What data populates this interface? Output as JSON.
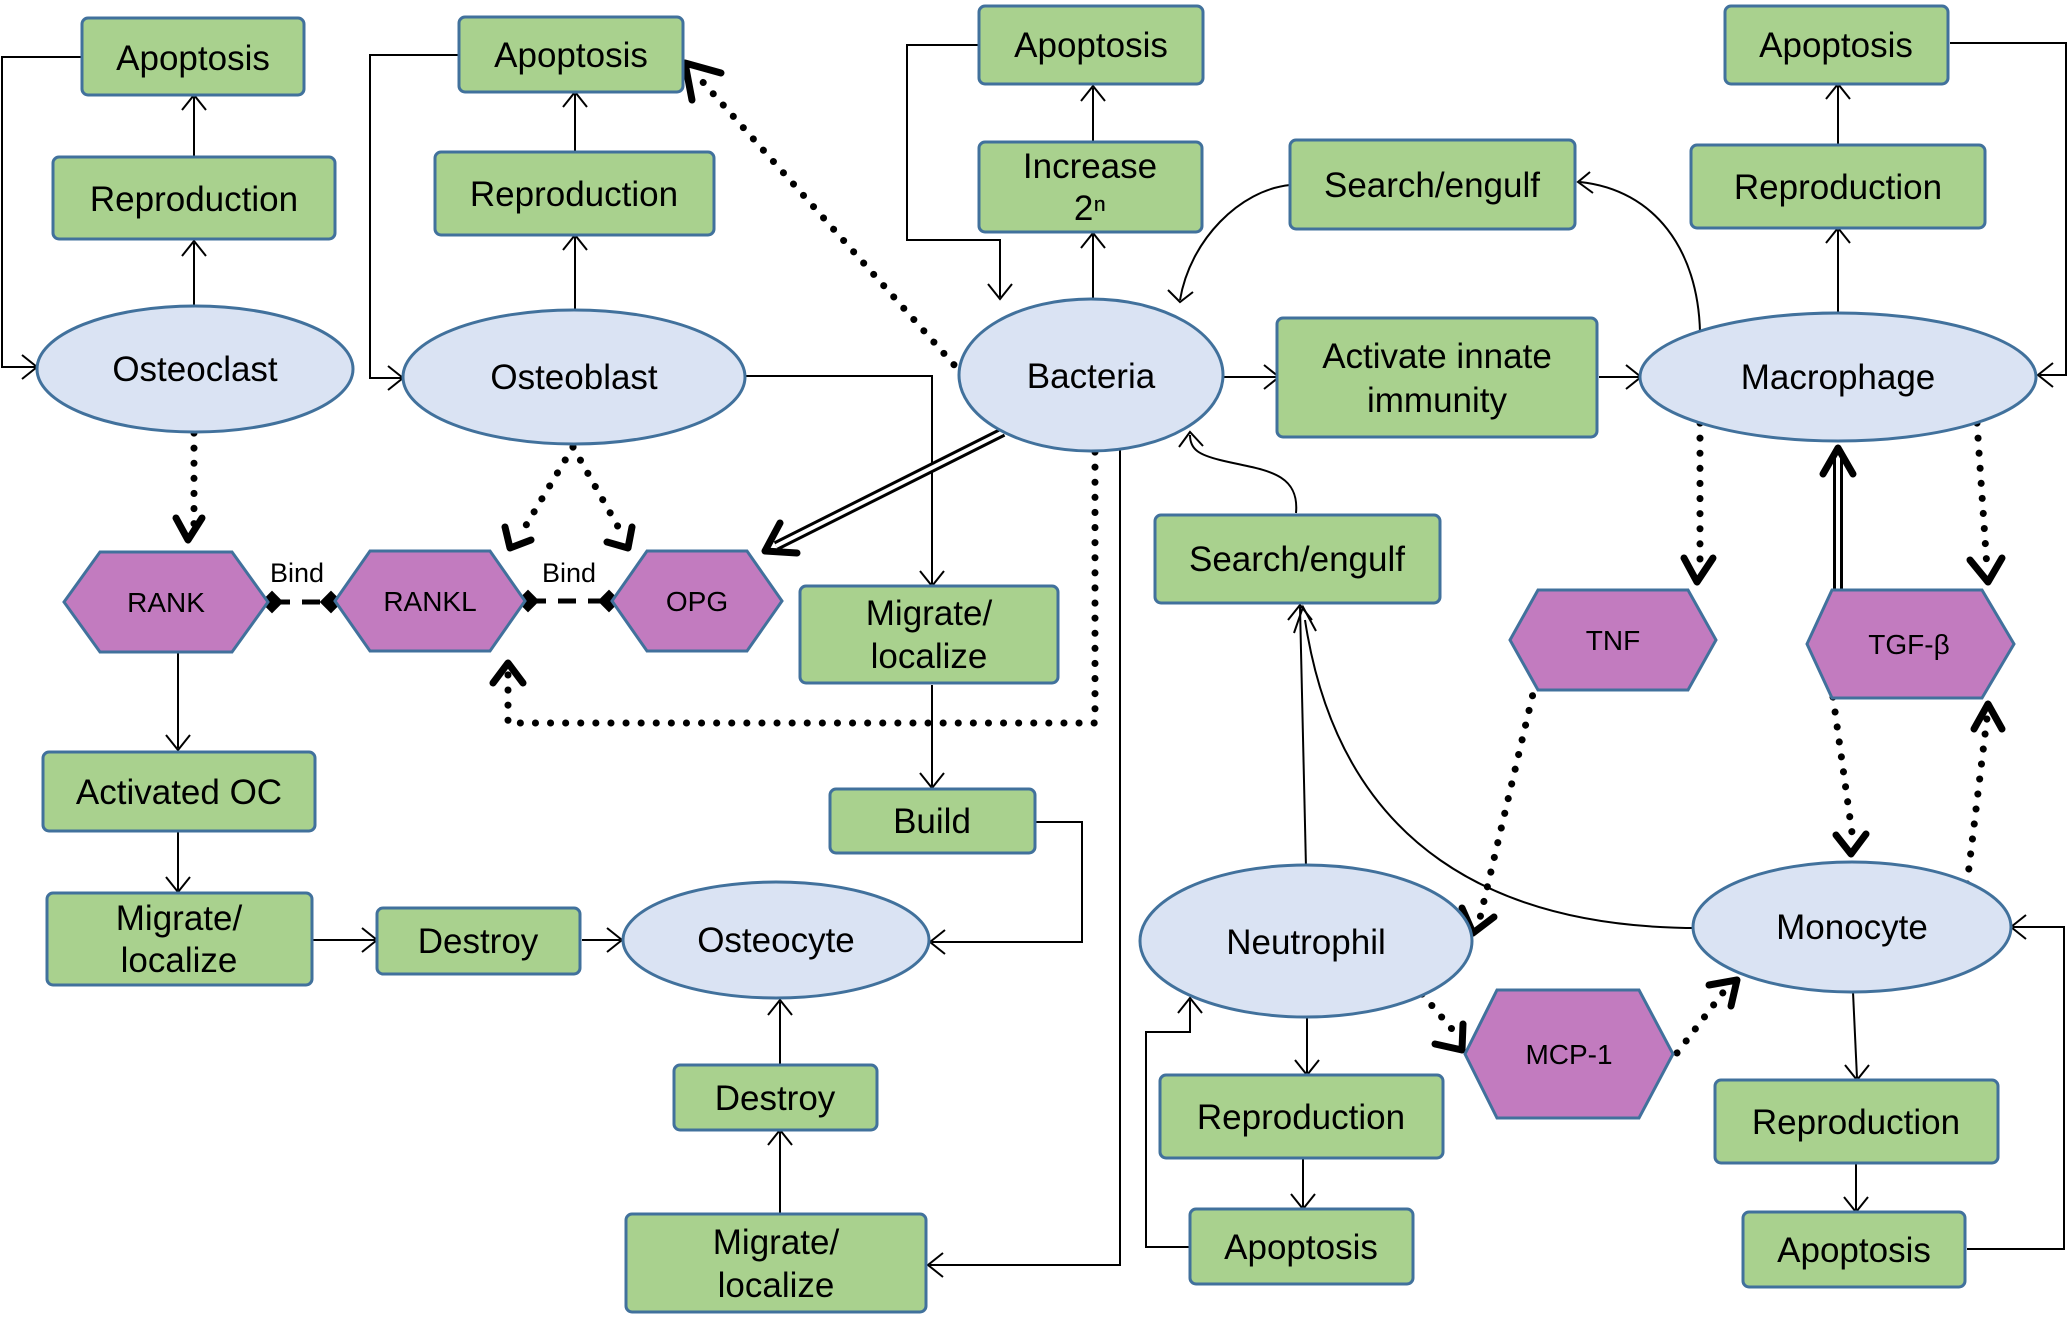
{
  "nodes": {
    "osteoclast_apoptosis": "Apoptosis",
    "osteoclast_reproduction": "Reproduction",
    "osteoclast": "Osteoclast",
    "osteoblast_apoptosis": "Apoptosis",
    "osteoblast_reproduction": "Reproduction",
    "osteoblast": "Osteoblast",
    "bacteria_apoptosis": "Apoptosis",
    "bacteria_increase_line1": "Increase",
    "bacteria_increase_line2": "2ⁿ",
    "bacteria": "Bacteria",
    "macrophage_search_engulf": "Search/engulf",
    "activate_innate_line1": "Activate  innate",
    "activate_innate_line2": "immunity",
    "macrophage_apoptosis": "Apoptosis",
    "macrophage_reproduction": "Reproduction",
    "macrophage": "Macrophage",
    "rank": "RANK",
    "rankl": "RANKL",
    "opg": "OPG",
    "osteoblast_migrate_line1": "Migrate/",
    "osteoblast_migrate_line2": "localize",
    "neutrophil_search_engulf": "Search/engulf",
    "tnf": "TNF",
    "tgf_beta": "TGF-β",
    "activated_oc": "Activated OC",
    "build": "Build",
    "oc_migrate_line1": "Migrate/",
    "oc_migrate_line2": "localize",
    "oc_destroy": "Destroy",
    "osteocyte": "Osteocyte",
    "neutrophil": "Neutrophil",
    "monocyte": "Monocyte",
    "mcp1": "MCP-1",
    "osteocyte_destroy": "Destroy",
    "neutrophil_reproduction": "Reproduction",
    "monocyte_reproduction": "Reproduction",
    "bacteria_migrate_line1": "Migrate/",
    "bacteria_migrate_line2": "localize",
    "neutrophil_apoptosis": "Apoptosis",
    "monocyte_apoptosis": "Apoptosis"
  },
  "edge_labels": {
    "rank_rankl": "Bind",
    "rankl_opg": "Bind"
  }
}
